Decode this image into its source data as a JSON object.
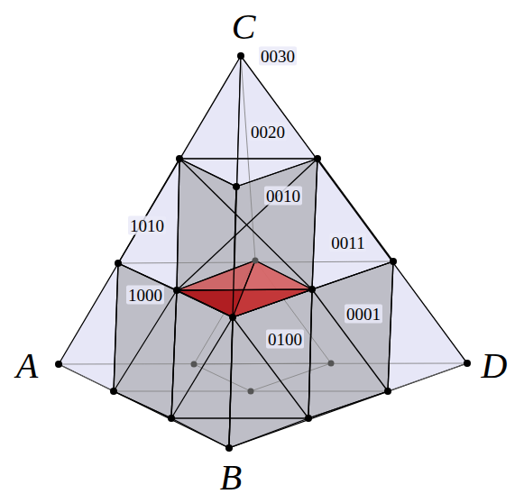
{
  "diagram": {
    "labels": [
      "C",
      "0030",
      "0020",
      "0010",
      "1010",
      "0011",
      "1000",
      "0001",
      "0100",
      "A",
      "D",
      "B"
    ]
  }
}
